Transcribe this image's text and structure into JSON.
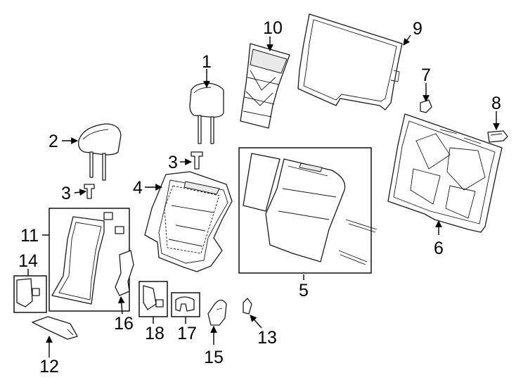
{
  "callouts": {
    "c1": "1",
    "c2": "2",
    "c3a": "3",
    "c3b": "3",
    "c4": "4",
    "c5": "5",
    "c6": "6",
    "c7": "7",
    "c8": "8",
    "c9": "9",
    "c10": "10",
    "c11": "11",
    "c12": "12",
    "c13": "13",
    "c14": "14",
    "c15": "15",
    "c16": "16",
    "c17": "17",
    "c18": "18"
  },
  "colors": {
    "line": "#1a1a1a",
    "background": "#ffffff"
  }
}
